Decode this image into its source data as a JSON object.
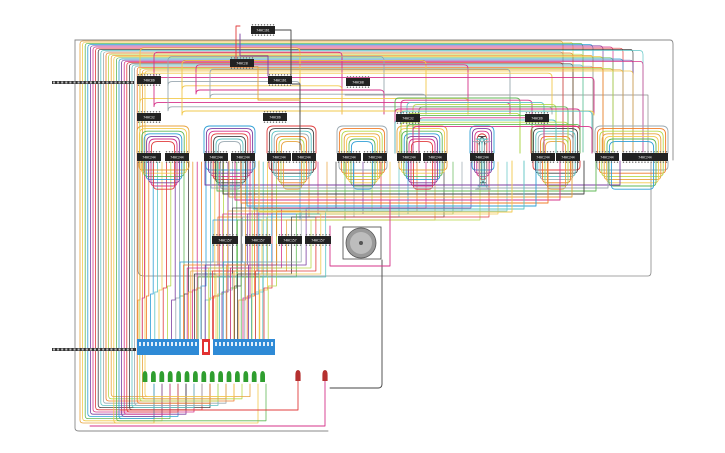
{
  "diagram": {
    "kind": "breadboard wiring schematic",
    "background": "#ffffff",
    "wire_colors": [
      "#e8a33c",
      "#f2c94c",
      "#62b957",
      "#2e9fd6",
      "#7b3fa0",
      "#d6338a",
      "#e03c3c",
      "#444444",
      "#5cc4c4",
      "#9aa8b0",
      "#f07c28",
      "#b6d94a"
    ],
    "components": {
      "timer_chip": {
        "label": "74HC161"
      },
      "top_chips": [
        {
          "label": "74HC28"
        },
        {
          "label": "74HC161"
        },
        {
          "label": "74HC08"
        }
      ],
      "upper_chips": [
        {
          "label": "74HC86"
        },
        {
          "label": "74HC32"
        },
        {
          "label": "74HC86"
        },
        {
          "label": "74HC32"
        },
        {
          "label": "74HC86"
        }
      ],
      "rail_chips": [
        {
          "label": "74HC244"
        },
        {
          "label": "74HC244"
        },
        {
          "label": "74HC244"
        },
        {
          "label": "74HC244"
        },
        {
          "label": "74HC244"
        },
        {
          "label": "74HC244"
        },
        {
          "label": "74HC244"
        },
        {
          "label": "74HC244"
        },
        {
          "label": "74HC244"
        },
        {
          "label": "74HC244"
        },
        {
          "label": "74HC244"
        },
        {
          "label": "74HC244"
        },
        {
          "label": "74HC244"
        },
        {
          "label": "74HC244"
        },
        {
          "label": "74HC244"
        }
      ],
      "mid_chips": [
        {
          "label": "74HC157"
        },
        {
          "label": "74HC157"
        },
        {
          "label": "74HC157"
        },
        {
          "label": "74HC157"
        }
      ],
      "led_count": 15,
      "led_color": "#2f9e2f",
      "red_led_count": 2,
      "red_led_color": "#b5302f",
      "dip_switch_color": "#2e8ad6",
      "dip_switch_highlight": "#e23232",
      "buzzer": "round buzzer"
    }
  }
}
